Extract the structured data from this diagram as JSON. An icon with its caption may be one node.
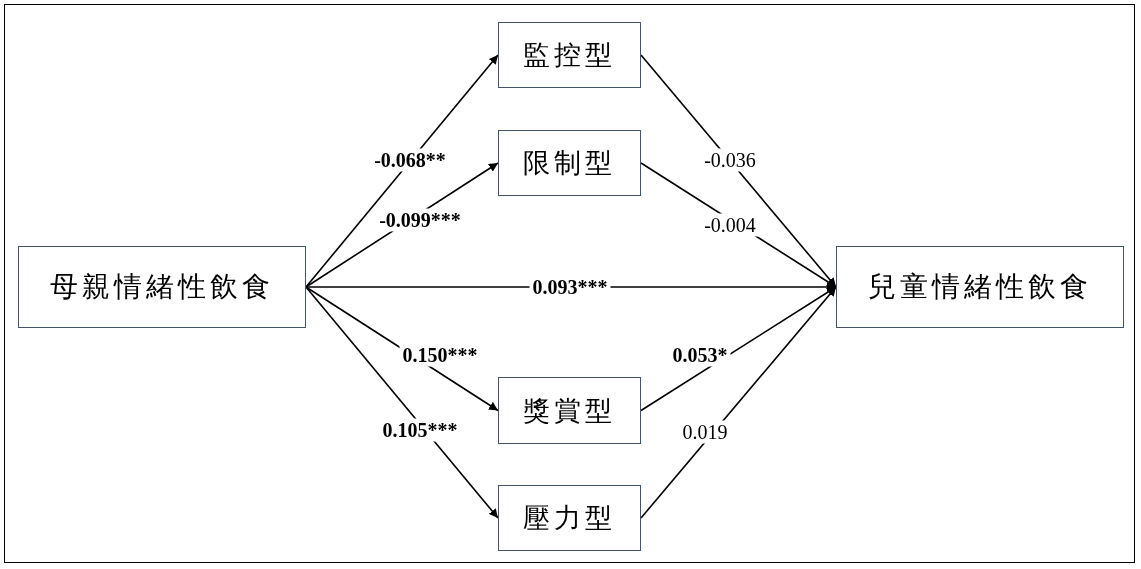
{
  "diagram": {
    "nodes": [
      {
        "text": [
          "母親情緒性飲食"
        ]
      },
      {
        "text": [
          "監控型"
        ]
      },
      {
        "text": [
          "限制型"
        ]
      },
      {
        "text": [
          "獎賞型"
        ]
      },
      {
        "text": [
          "壓力型"
        ]
      },
      {
        "text": [
          "兒童情緒性飲食"
        ]
      }
    ],
    "edges": [
      {
        "from": 0,
        "to": 1,
        "arrow": "to",
        "label": "-0.068**"
      },
      {
        "from": 0,
        "to": 2,
        "arrow": "to",
        "label": "-0.099***"
      },
      {
        "from": 0,
        "to": 5,
        "arrow": "to",
        "label": "0.093***"
      },
      {
        "from": 0,
        "to": 3,
        "arrow": "to",
        "label": "0.150***"
      },
      {
        "from": 0,
        "to": 4,
        "arrow": "to",
        "label": "0.105***"
      },
      {
        "from": 1,
        "to": 5,
        "arrow": "to",
        "label": "-0.036"
      },
      {
        "from": 2,
        "to": 5,
        "arrow": "to",
        "label": "-0.004"
      },
      {
        "from": 3,
        "to": 5,
        "arrow": "to",
        "label": "0.053*"
      },
      {
        "from": 4,
        "to": 5,
        "arrow": "to",
        "label": "0.019"
      }
    ]
  }
}
